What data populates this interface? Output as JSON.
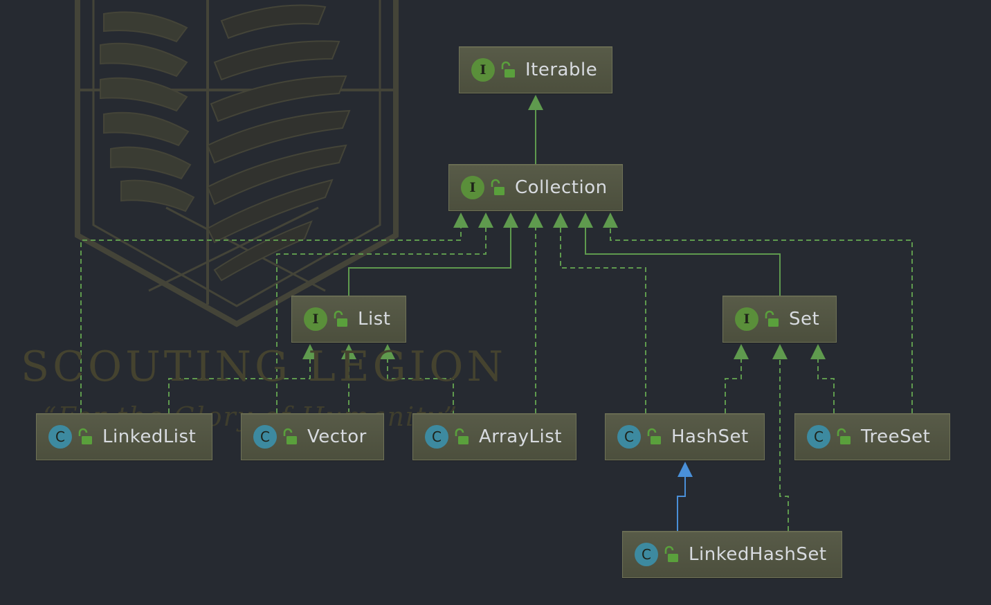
{
  "watermark": {
    "title": "SCOUTING LEGION",
    "motto": "“For the Glory of Humanity”"
  },
  "colors": {
    "background": "#262a31",
    "edge_interface": "#5f9a4e",
    "edge_class": "#4a90d9",
    "node_fill": "#515442",
    "interface_badge": "#5a8f3a",
    "class_badge": "#3d8aa0"
  },
  "nodes": [
    {
      "id": "iterable",
      "label": "Iterable",
      "kind": "interface",
      "badge": "I",
      "icon": "unlocked-lock-icon"
    },
    {
      "id": "collection",
      "label": "Collection",
      "kind": "interface",
      "badge": "I",
      "icon": "unlocked-lock-icon"
    },
    {
      "id": "list",
      "label": "List",
      "kind": "interface",
      "badge": "I",
      "icon": "unlocked-lock-icon"
    },
    {
      "id": "set",
      "label": "Set",
      "kind": "interface",
      "badge": "I",
      "icon": "unlocked-lock-icon"
    },
    {
      "id": "linkedlist",
      "label": "LinkedList",
      "kind": "class",
      "badge": "C",
      "icon": "unlocked-lock-icon"
    },
    {
      "id": "vector",
      "label": "Vector",
      "kind": "class",
      "badge": "C",
      "icon": "unlocked-lock-icon"
    },
    {
      "id": "arraylist",
      "label": "ArrayList",
      "kind": "class",
      "badge": "C",
      "icon": "unlocked-lock-icon"
    },
    {
      "id": "hashset",
      "label": "HashSet",
      "kind": "class",
      "badge": "C",
      "icon": "unlocked-lock-icon"
    },
    {
      "id": "treeset",
      "label": "TreeSet",
      "kind": "class",
      "badge": "C",
      "icon": "unlocked-lock-icon"
    },
    {
      "id": "linkedhashset",
      "label": "LinkedHashSet",
      "kind": "class",
      "badge": "C",
      "icon": "unlocked-lock-icon"
    }
  ],
  "edges": [
    {
      "from": "collection",
      "to": "iterable",
      "type": "extends-interface"
    },
    {
      "from": "list",
      "to": "collection",
      "type": "extends-interface"
    },
    {
      "from": "set",
      "to": "collection",
      "type": "extends-interface"
    },
    {
      "from": "linkedlist",
      "to": "collection",
      "type": "implements"
    },
    {
      "from": "vector",
      "to": "collection",
      "type": "implements"
    },
    {
      "from": "arraylist",
      "to": "collection",
      "type": "implements"
    },
    {
      "from": "hashset",
      "to": "collection",
      "type": "implements"
    },
    {
      "from": "treeset",
      "to": "collection",
      "type": "implements"
    },
    {
      "from": "linkedlist",
      "to": "list",
      "type": "implements"
    },
    {
      "from": "vector",
      "to": "list",
      "type": "implements"
    },
    {
      "from": "arraylist",
      "to": "list",
      "type": "implements"
    },
    {
      "from": "hashset",
      "to": "set",
      "type": "implements"
    },
    {
      "from": "linkedhashset",
      "to": "set",
      "type": "implements"
    },
    {
      "from": "treeset",
      "to": "set",
      "type": "implements"
    },
    {
      "from": "linkedhashset",
      "to": "hashset",
      "type": "extends-class"
    }
  ]
}
